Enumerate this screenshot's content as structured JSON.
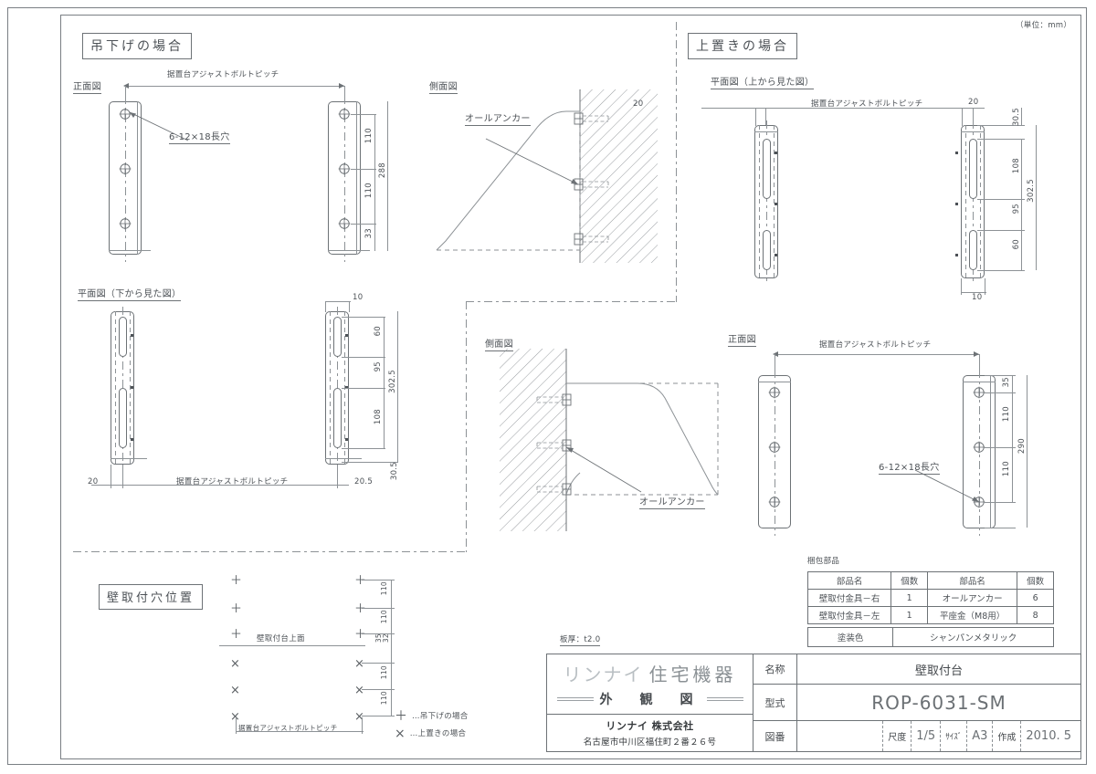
{
  "sheet": {
    "unit_note": "（単位：mm）",
    "thickness_note": "板厚：t2.0"
  },
  "sections": {
    "hanging": {
      "title": "吊下げの場合",
      "front_view_label": "正面図",
      "side_view_label": "側面図",
      "plan_view_label": "平面図（下から見た図）",
      "pitch_label": "据置台アジャストボルトピッチ",
      "hole_note": "6-12×18長穴",
      "anchor_note": "オールアンカー",
      "front_dims": [
        "110",
        "110",
        "33",
        "288"
      ],
      "plan_dims": [
        "10",
        "60",
        "95",
        "108",
        "302.5",
        "20",
        "20.5",
        "30.5"
      ]
    },
    "placed": {
      "title": "上置きの場合",
      "plan_view_label": "平面図（上から見た図）",
      "side_view_label": "側面図",
      "front_view_label": "正面図",
      "pitch_label": "据置台アジャストボルトピッチ",
      "hole_note": "6-12×18長穴",
      "anchor_note": "オールアンカー",
      "plan_dims": [
        "20",
        "20",
        "30.5",
        "108",
        "95",
        "60",
        "302.5",
        "10"
      ],
      "front_dims": [
        "35",
        "110",
        "110",
        "290"
      ]
    },
    "wall_holes": {
      "title": "壁取付穴位置",
      "top_surface_label": "壁取付台上面",
      "pitch_label": "据置台アジャストボルトピッチ",
      "dims": [
        "110",
        "110",
        "35",
        "32",
        "110",
        "110"
      ],
      "legend": [
        {
          "symbol": "＋",
          "text": "…吊下げの場合"
        },
        {
          "symbol": "×",
          "text": "…上置きの場合"
        }
      ]
    }
  },
  "parts_table": {
    "caption": "梱包部品",
    "headers": [
      "部品名",
      "個数",
      "部品名",
      "個数"
    ],
    "rows": [
      [
        "壁取付金具－右",
        "1",
        "オールアンカー",
        "6"
      ],
      [
        "壁取付金具－左",
        "1",
        "平座金（M8用）",
        "8"
      ]
    ]
  },
  "paint_table": {
    "label": "塗装色",
    "value": "シャンパンメタリック"
  },
  "title_block": {
    "brand_rin": "リンナイ",
    "brand_jutaku": "住宅機器",
    "drawing_kind": "外　観　図",
    "company": "リンナイ 株式会社",
    "address": "名古屋市中川区福住町２番２６号",
    "name_key": "名称",
    "name_value": "壁取付台",
    "model_key": "型式",
    "model_value": "ROP-6031-SM",
    "number_key": "図番",
    "number_value": "",
    "scale_key": "尺度",
    "scale_value": "1/5",
    "size_key": "ｻｲｽﾞ",
    "size_value": "A3",
    "date_key": "作成",
    "date_value": "2010. 5"
  }
}
